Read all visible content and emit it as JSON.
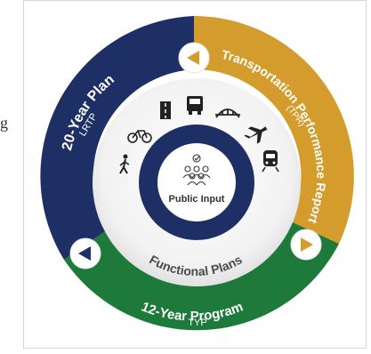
{
  "page": {
    "edge_text": "g"
  },
  "cycle": {
    "segments": [
      {
        "title": "20-Year Plan",
        "subtitle": "LRTP",
        "color": "#1e2f66"
      },
      {
        "title": "Transportation Performance Report",
        "subtitle": "(TPR)",
        "color": "#d49c2d"
      },
      {
        "title": "12-Year Program",
        "subtitle": "TYP",
        "color": "#1e7a3a"
      }
    ],
    "arrows": [
      {
        "direction": "left",
        "color": "#d49c2d"
      },
      {
        "direction": "right",
        "color": "#d49c2d"
      },
      {
        "direction": "left",
        "color": "#1e2f66"
      }
    ],
    "inner_label": "Functional Plans",
    "center_label": "Public Input",
    "icons": [
      "pedestrian-icon",
      "bicycle-icon",
      "road-icon",
      "truck-icon",
      "bridge-icon",
      "airplane-icon",
      "train-icon",
      "people-group-icon"
    ]
  }
}
